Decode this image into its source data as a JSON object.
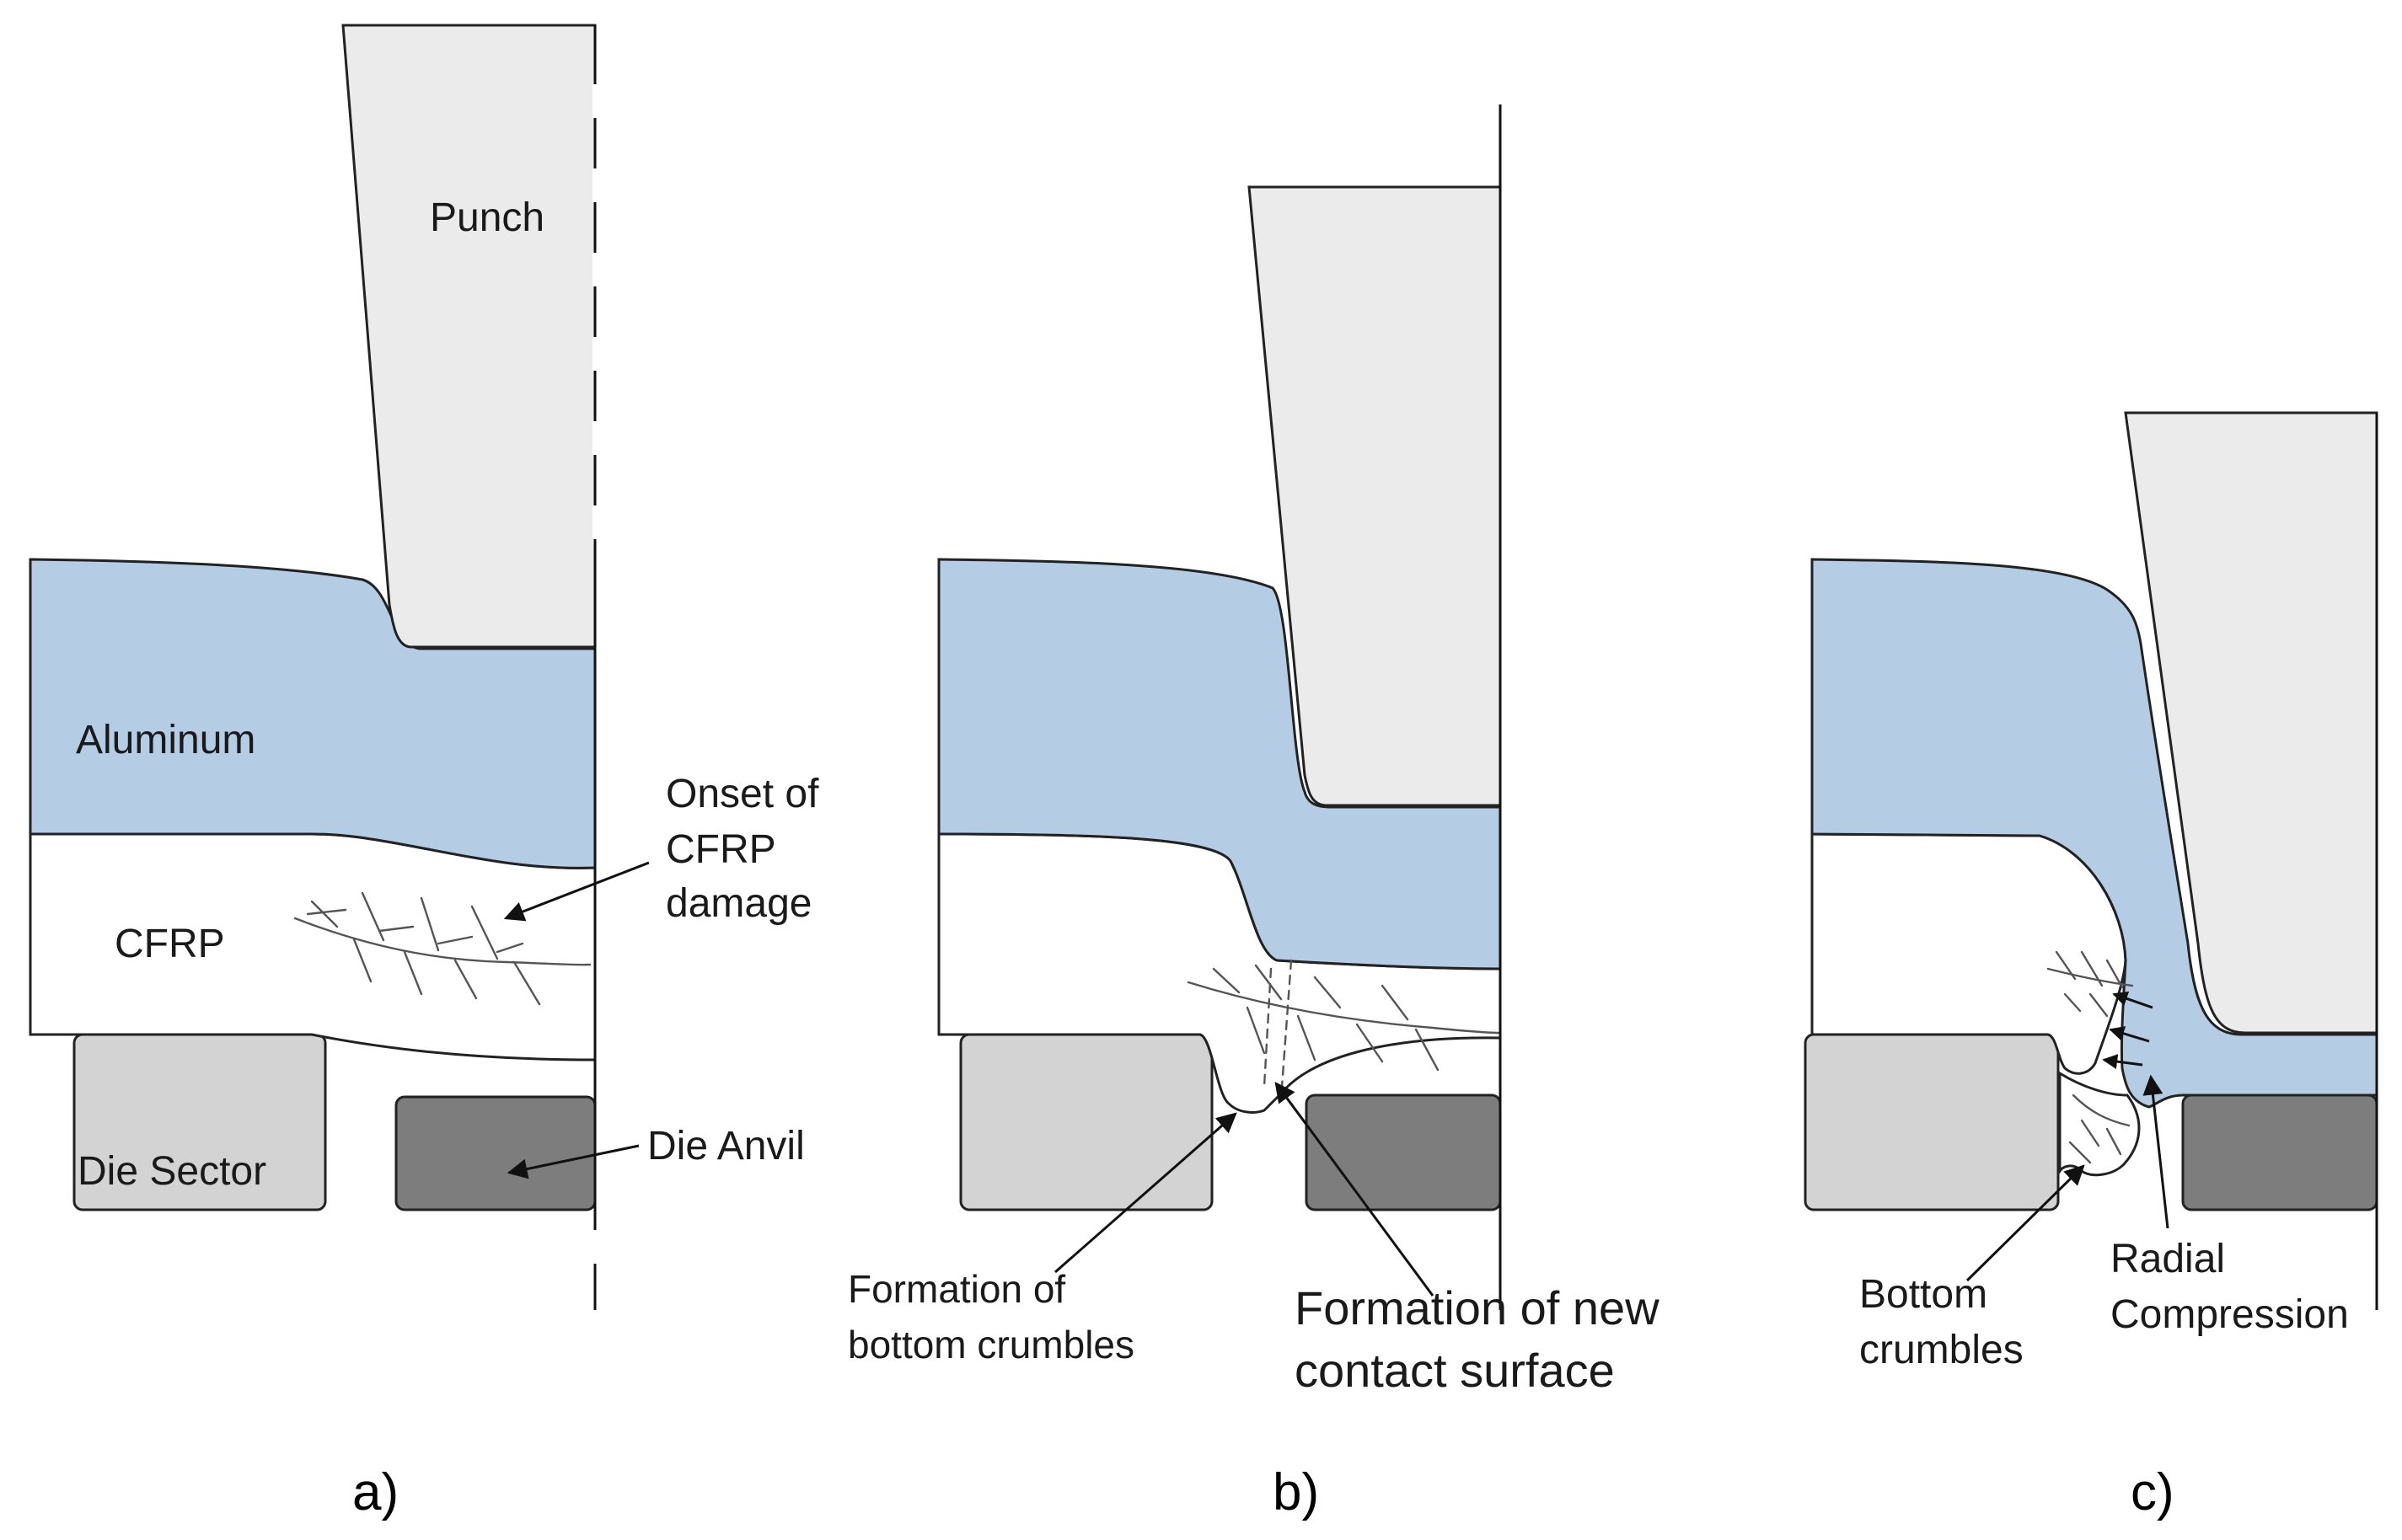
{
  "colors": {
    "punch": "#ebebeb",
    "aluminum": "#b4cde4",
    "cfrp": "#ffffff",
    "die_sector": "#d3d3d3",
    "die_anvil": "#7d7d7d",
    "outline": "#222222",
    "crack": "#555555"
  },
  "panel_a": {
    "punch_label": "Punch",
    "aluminum_label": "Aluminum",
    "cfrp_label": "CFRP",
    "damage_label_line1": "Onset of",
    "damage_label_line2": "CFRP",
    "damage_label_line3": "damage",
    "die_sector_label": "Die Sector",
    "die_anvil_label": "Die Anvil",
    "caption": "a)"
  },
  "panel_b": {
    "crumbles_label_line1": "Formation of",
    "crumbles_label_line2": "bottom crumbles",
    "contact_label_line1": "Formation of new",
    "contact_label_line2": "contact surface",
    "caption": "b)"
  },
  "panel_c": {
    "crumbles_label_line1": "Bottom",
    "crumbles_label_line2": "crumbles",
    "compression_label_line1": "Radial",
    "compression_label_line2": "Compression",
    "caption": "c)"
  }
}
